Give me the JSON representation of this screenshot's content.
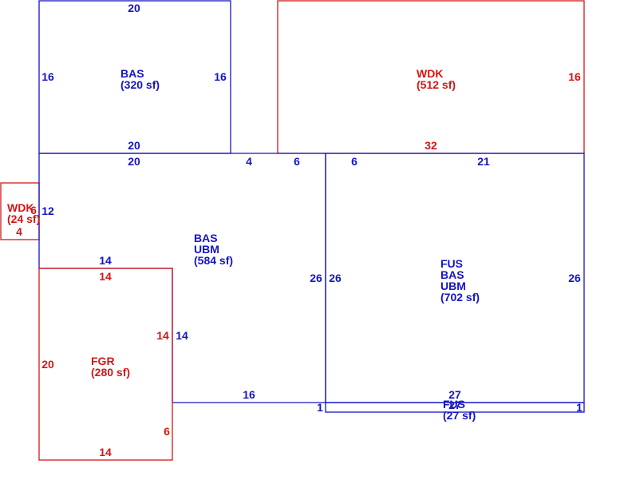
{
  "colors": {
    "blue": "#1515c4",
    "red": "#d41616",
    "background": "#ffffff"
  },
  "areas": {
    "bas_top": {
      "code": "BAS",
      "size": "(320 sf)",
      "dims": {
        "top": "20",
        "left": "16",
        "right": "16",
        "bottom": "20"
      }
    },
    "wdk_top": {
      "code": "WDK",
      "size": "(512 sf)",
      "dims": {
        "right": "16",
        "bottom": "32"
      }
    },
    "wdk_small": {
      "code": "WDK",
      "size": "(24 sf)",
      "dims": {
        "a": "6",
        "b": "4"
      }
    },
    "bas_ubm": {
      "line1": "BAS",
      "line2": "UBM",
      "size": "(584 sf)",
      "dims": {
        "top_left": "20",
        "top_mid": "4",
        "top_right": "6",
        "left": "12",
        "lower_left": "14",
        "right": "26",
        "bottom": "16",
        "bottom_right": "1"
      }
    },
    "fus_bas_ubm": {
      "line1": "FUS",
      "line2": "BAS",
      "line3": "UBM",
      "size": "(702 sf)",
      "dims": {
        "top_left": "6",
        "top_right": "21",
        "left": "26",
        "right": "26",
        "bottom": "27"
      }
    },
    "fus_small": {
      "code": "FUS",
      "size": "(27 sf)",
      "dims": {
        "top": "27",
        "right": "1"
      }
    },
    "fgr": {
      "code": "FGR",
      "size": "(280 sf)",
      "dims": {
        "top": "14",
        "left": "20",
        "right_red": "14",
        "right_blue": "14",
        "lower_right": "6",
        "bottom": "14"
      }
    }
  }
}
